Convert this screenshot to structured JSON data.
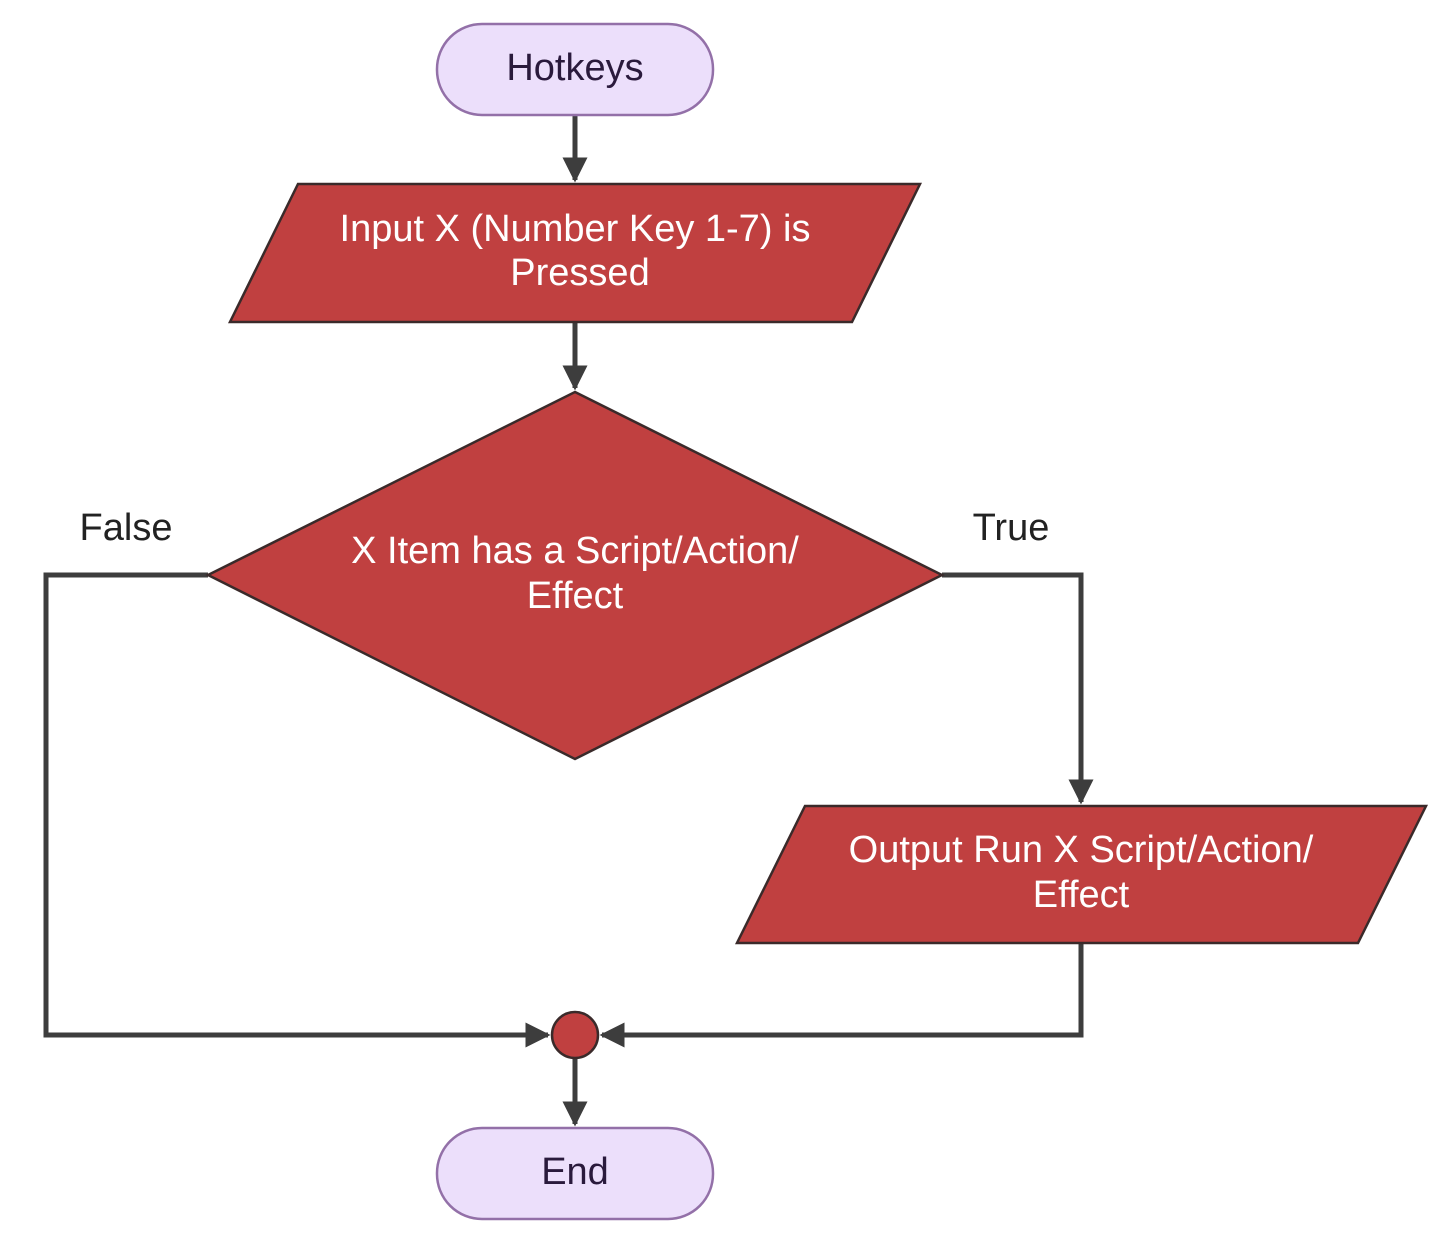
{
  "diagram": {
    "type": "flowchart",
    "colors": {
      "terminal_fill": "#ecdffb",
      "terminal_stroke": "#9370a8",
      "terminal_text": "#2a1a3c",
      "process_fill": "#c04040",
      "process_stroke": "#3a2a2a",
      "process_text": "#ffffff",
      "edge": "#3d3d3d",
      "label_text": "#222222"
    },
    "nodes": {
      "start": {
        "shape": "terminal",
        "text": "Hotkeys"
      },
      "input": {
        "shape": "parallelogram",
        "lines": [
          "Input X (Number Key 1-7) is",
          "Pressed"
        ]
      },
      "decision": {
        "shape": "diamond",
        "lines": [
          "X Item has a Script/Action/",
          "Effect"
        ]
      },
      "output": {
        "shape": "parallelogram",
        "lines": [
          "Output Run X Script/Action/",
          "Effect"
        ]
      },
      "merge": {
        "shape": "junction-circle"
      },
      "end": {
        "shape": "terminal",
        "text": "End"
      }
    },
    "edges": [
      {
        "from": "start",
        "to": "input",
        "label": ""
      },
      {
        "from": "input",
        "to": "decision",
        "label": ""
      },
      {
        "from": "decision",
        "to": "merge",
        "label": "False"
      },
      {
        "from": "decision",
        "to": "output",
        "label": "True"
      },
      {
        "from": "output",
        "to": "merge",
        "label": ""
      },
      {
        "from": "merge",
        "to": "end",
        "label": ""
      }
    ]
  }
}
